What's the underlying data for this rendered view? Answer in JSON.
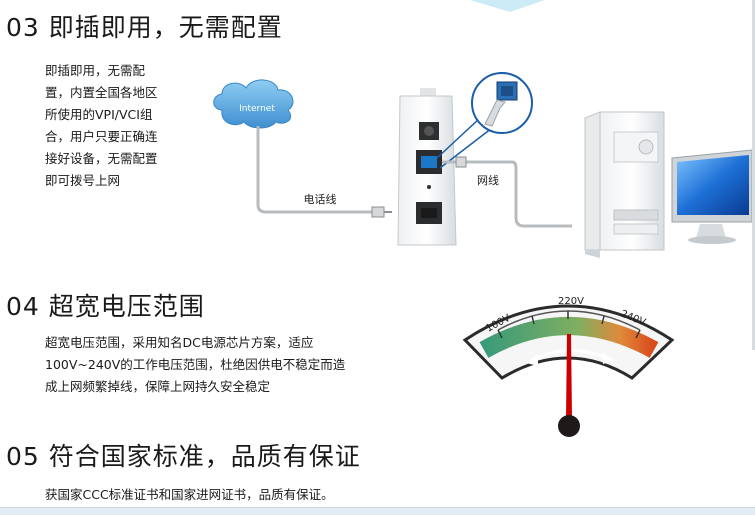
{
  "sections": [
    {
      "heading": "03 即插即用，无需配置",
      "lines": [
        "即插即用，无需配",
        "置，内置全国各地区",
        "所使用的VPI/VCI组",
        "合，用户只要正确连",
        "接好设备，无需配置",
        "即可拨号上网"
      ]
    },
    {
      "heading": "04 超宽电压范围",
      "lines": [
        "超宽电压范围，采用知名DC电源芯片方案，适应",
        "100V~240V的工作电压范围，杜绝因供电不稳定而造",
        "成上网频繁掉线，保障上网持久安全稳定"
      ]
    },
    {
      "heading": "05 符合国家标准，品质有保证",
      "lines": [
        "获国家CCC标准证书和国家进网证书，品质有保证。"
      ]
    }
  ],
  "diagram": {
    "cloud_label": "Internet",
    "phone_line_label": "电话线",
    "network_line_label": "网线"
  },
  "gauge": {
    "labels": [
      "100V",
      "220V",
      "240V"
    ]
  },
  "colors": {
    "gauge_arc_start": "#3a9a7a",
    "gauge_arc_end": "#d84a1c",
    "needle": "#cc0000",
    "cloud": "#5aa8de",
    "connector": "#2a6fb5"
  }
}
